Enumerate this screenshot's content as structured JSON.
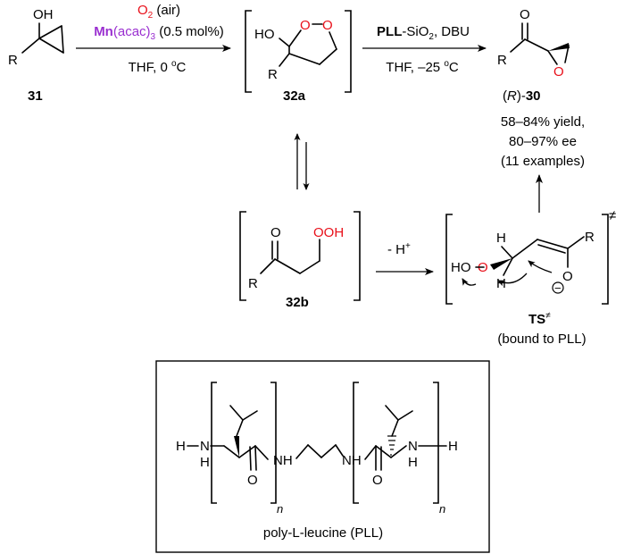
{
  "colors": {
    "oxygen_red": "#e8101a",
    "catalyst_purple": "#9a2fd0",
    "line_black": "#000000"
  },
  "compound_31": {
    "number": "31",
    "oh": "OH",
    "r": "R"
  },
  "step1": {
    "o2": "O",
    "o2_sub": "2",
    "o2_note": " (air)",
    "mn": "Mn",
    "acac": "(acac)",
    "acac_sub": "3",
    "loading": " (0.5 mol%)",
    "conditions": "THF, 0 ",
    "deg": "o",
    "celsius": "C"
  },
  "intermediate_32a": {
    "number": "32a",
    "ho": "HO",
    "o": "O",
    "r": "R"
  },
  "step2": {
    "pll": "PLL",
    "reagent": "-SiO",
    "reagent_sub": "2",
    "base": ", DBU",
    "conditions": "THF, –25 ",
    "deg": "o",
    "celsius": "C"
  },
  "product_30": {
    "paren_open": "(",
    "stereo": "R",
    "paren_close": ")-",
    "number": "30",
    "carbonyl_o": "O",
    "epoxide_o": "O",
    "r": "R",
    "yield": "58–84% yield,",
    "ee": "80–97% ee",
    "examples": "(11 examples)"
  },
  "intermediate_32b": {
    "number": "32b",
    "o": "O",
    "ooh_o": "O",
    "ooh_oh": "OH",
    "r": "R"
  },
  "deprotonation": {
    "minus_h": "- H",
    "plus": "+"
  },
  "transition_state": {
    "h": "H",
    "ho": "HO",
    "o_ch2": "O",
    "o_minus": "O",
    "charge": "−",
    "r": "R",
    "dagger": "≠",
    "label": "TS",
    "label_sup": "≠",
    "note": "(bound to PLL)"
  },
  "pll_structure": {
    "h": "H",
    "n": "N",
    "nh_h": "H",
    "o": "O",
    "nh": "NH",
    "repeat": "n",
    "caption": "poly-L-leucine (PLL)"
  }
}
